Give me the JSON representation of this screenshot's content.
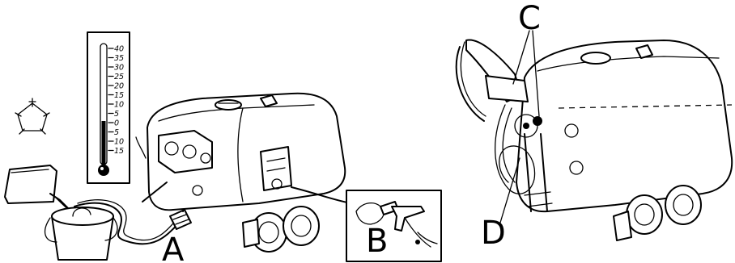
{
  "figure": {
    "callouts": [
      {
        "id": "A",
        "text": "A"
      },
      {
        "id": "B",
        "text": "B"
      },
      {
        "id": "C",
        "text": "C"
      },
      {
        "id": "D",
        "text": "D"
      }
    ],
    "thermometer": {
      "ticks": [
        "40",
        "35",
        "30",
        "25",
        "20",
        "15",
        "10",
        "5",
        "0",
        "5",
        "10",
        "15"
      ]
    },
    "colors": {
      "line": "#000000",
      "background": "#ffffff"
    }
  }
}
